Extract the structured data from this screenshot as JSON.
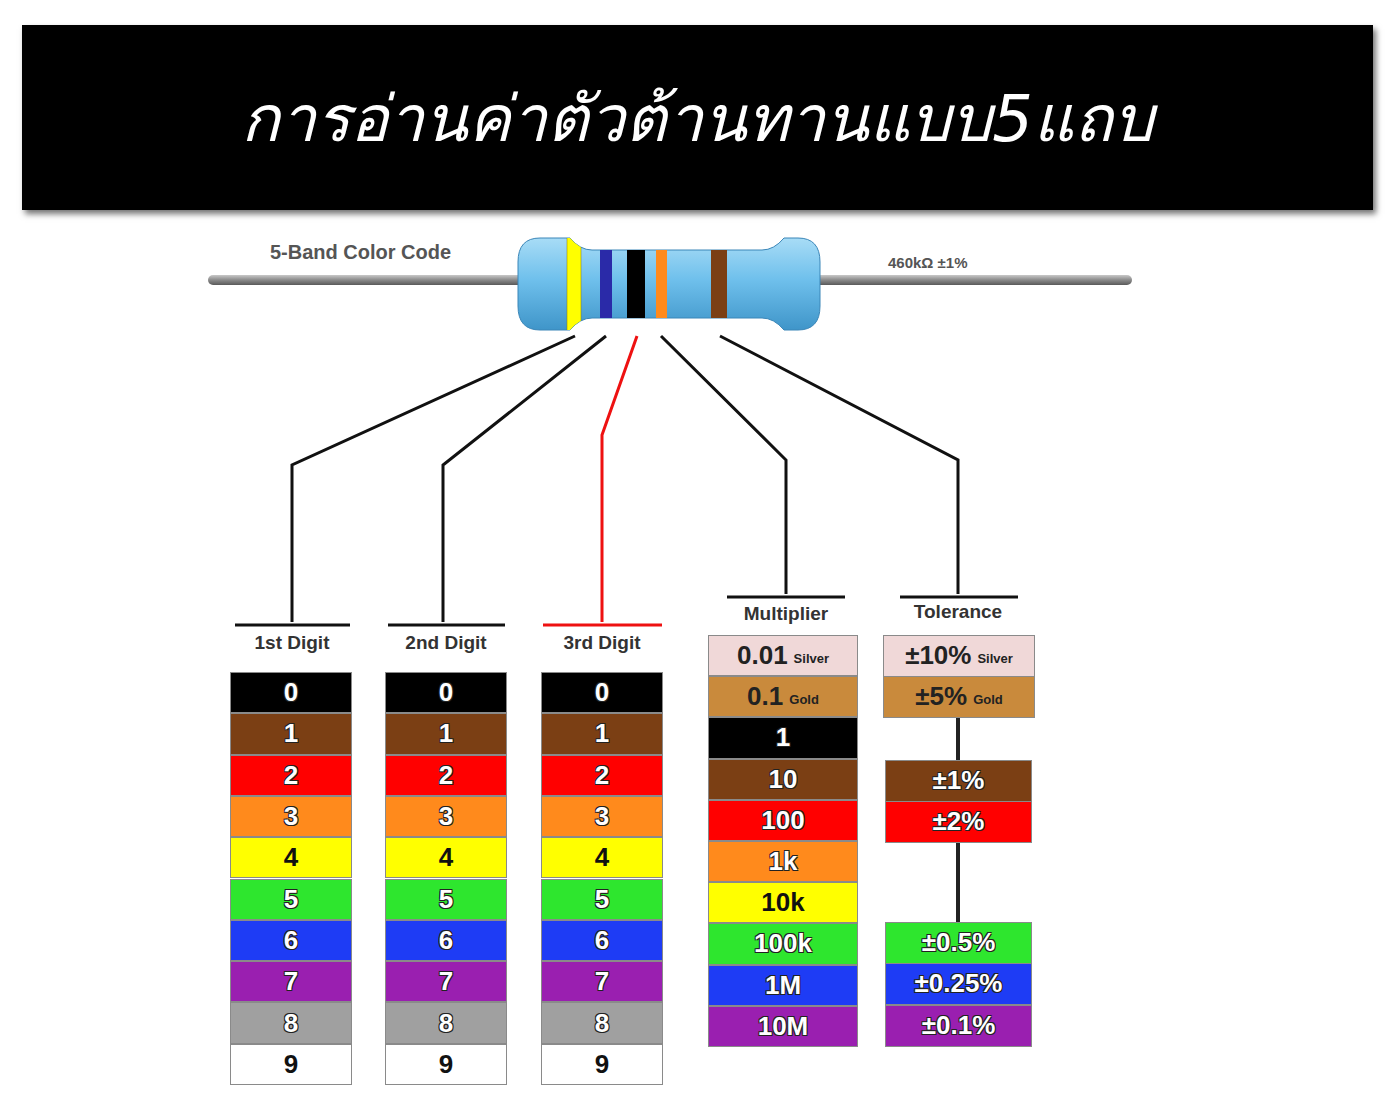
{
  "diagram": {
    "title": "การอ่านค่าตัวต้านทานแบบ5แถบ",
    "nodes": [
      {
        "text": [
          "0"
        ]
      },
      {
        "text": [
          "1"
        ]
      },
      {
        "text": [
          "2"
        ]
      },
      {
        "text": [
          "3"
        ]
      },
      {
        "text": [
          "4"
        ]
      },
      {
        "text": [
          "5"
        ]
      },
      {
        "text": [
          "6"
        ]
      },
      {
        "text": [
          "7"
        ]
      },
      {
        "text": [
          "8"
        ]
      },
      {
        "text": [
          "9"
        ]
      },
      {
        "text": [
          "0"
        ]
      },
      {
        "text": [
          "1"
        ]
      },
      {
        "text": [
          "2"
        ]
      },
      {
        "text": [
          "3"
        ]
      },
      {
        "text": [
          "4"
        ]
      },
      {
        "text": [
          "5"
        ]
      },
      {
        "text": [
          "6"
        ]
      },
      {
        "text": [
          "7"
        ]
      },
      {
        "text": [
          "8"
        ]
      },
      {
        "text": [
          "9"
        ]
      },
      {
        "text": [
          "0"
        ]
      },
      {
        "text": [
          "1"
        ]
      },
      {
        "text": [
          "2"
        ]
      },
      {
        "text": [
          "3"
        ]
      },
      {
        "text": [
          "4"
        ]
      },
      {
        "text": [
          "5"
        ]
      },
      {
        "text": [
          "6"
        ]
      },
      {
        "text": [
          "7"
        ]
      },
      {
        "text": [
          "8"
        ]
      },
      {
        "text": [
          "9"
        ]
      },
      {
        "text": [
          "0.01",
          "Silver"
        ]
      },
      {
        "text": [
          "0.1",
          "Gold"
        ]
      },
      {
        "text": [
          "1"
        ]
      },
      {
        "text": [
          "10"
        ]
      },
      {
        "text": [
          "100"
        ]
      },
      {
        "text": [
          "1k"
        ]
      },
      {
        "text": [
          "10k"
        ]
      },
      {
        "text": [
          "100k"
        ]
      },
      {
        "text": [
          "1M"
        ]
      },
      {
        "text": [
          "10M"
        ]
      },
      {
        "text": [
          "±10%",
          "Silver"
        ]
      },
      {
        "text": [
          "±5%",
          "Gold"
        ]
      },
      {
        "text": [
          "±1%"
        ]
      },
      {
        "text": [
          "±2%"
        ]
      },
      {
        "text": [
          "±0.5%"
        ]
      },
      {
        "text": [
          "±0.25%"
        ]
      },
      {
        "text": [
          "±0.1%"
        ]
      }
    ],
    "labels": [
      "5-Band Color Code",
      "460kΩ ±1%",
      "1st Digit",
      "2nd Digit",
      "3rd Digit",
      "Multiplier",
      "Tolerance"
    ]
  }
}
